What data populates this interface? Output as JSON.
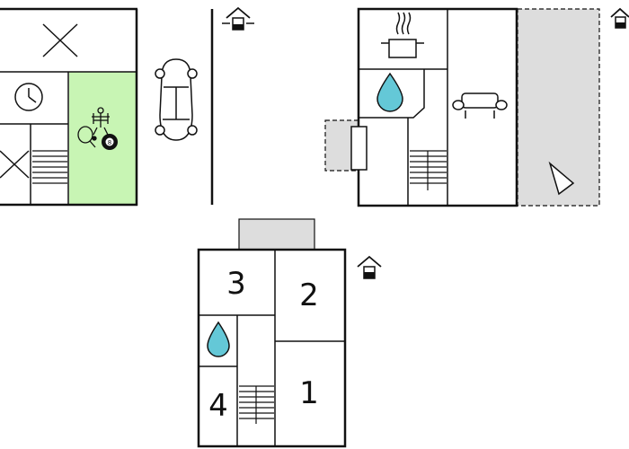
{
  "floor_plan": {
    "colors": {
      "wall": "#111111",
      "game_room": "#c8f5b4",
      "terrace": "#dddddd",
      "water": "#64c8d7"
    },
    "icons": [
      "entrance-house-icon",
      "cross-mark-icon",
      "clock-icon",
      "table-football-icon",
      "table-tennis-icon",
      "billiard-ball-icon",
      "car-icon",
      "cooking-pot-icon",
      "water-drop-icon",
      "sofa-icon",
      "staircase-icon",
      "sun-direction-icon"
    ],
    "room_numbers": {
      "room_1": "1",
      "room_2": "2",
      "room_3": "3",
      "room_4": "4"
    },
    "billiard_ball_number": "8"
  }
}
